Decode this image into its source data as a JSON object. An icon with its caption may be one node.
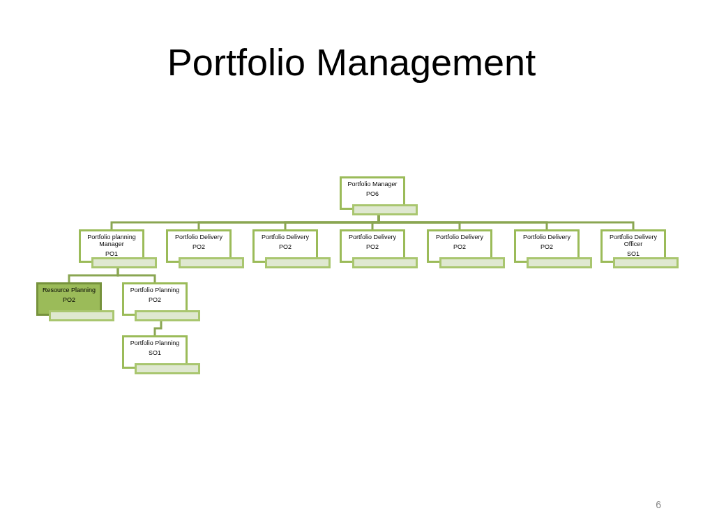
{
  "diagram": {
    "title": "Portfolio Management",
    "nodes": [
      {
        "text": [
          "Portfolio Manager",
          "PO6"
        ]
      },
      {
        "text": [
          "Portfolio planning Manager",
          "PO1"
        ]
      },
      {
        "text": [
          "Portfolio Delivery",
          "PO2"
        ]
      },
      {
        "text": [
          "Portfolio Delivery",
          "PO2"
        ]
      },
      {
        "text": [
          "Portfolio Delivery",
          "PO2"
        ]
      },
      {
        "text": [
          "Portfolio Delivery",
          "PO2"
        ]
      },
      {
        "text": [
          "Portfolio Delivery",
          "PO2"
        ]
      },
      {
        "text": [
          "Portfolio Delivery Officer",
          "SO1"
        ]
      },
      {
        "text": [
          "Resource Planning",
          "PO2"
        ]
      },
      {
        "text": [
          "Portfolio Planning",
          "PO2"
        ]
      },
      {
        "text": [
          "Portfolio Planning",
          "SO1"
        ]
      }
    ],
    "edges": [
      {
        "from": 0,
        "to": 1,
        "arrow": "none"
      },
      {
        "from": 0,
        "to": 2,
        "arrow": "none"
      },
      {
        "from": 0,
        "to": 3,
        "arrow": "none"
      },
      {
        "from": 0,
        "to": 4,
        "arrow": "none"
      },
      {
        "from": 0,
        "to": 5,
        "arrow": "none"
      },
      {
        "from": 0,
        "to": 6,
        "arrow": "none"
      },
      {
        "from": 0,
        "to": 7,
        "arrow": "none"
      },
      {
        "from": 1,
        "to": 8,
        "arrow": "none"
      },
      {
        "from": 1,
        "to": 9,
        "arrow": "none"
      },
      {
        "from": 9,
        "to": 10,
        "arrow": "none"
      }
    ],
    "labels": [
      "6"
    ]
  }
}
